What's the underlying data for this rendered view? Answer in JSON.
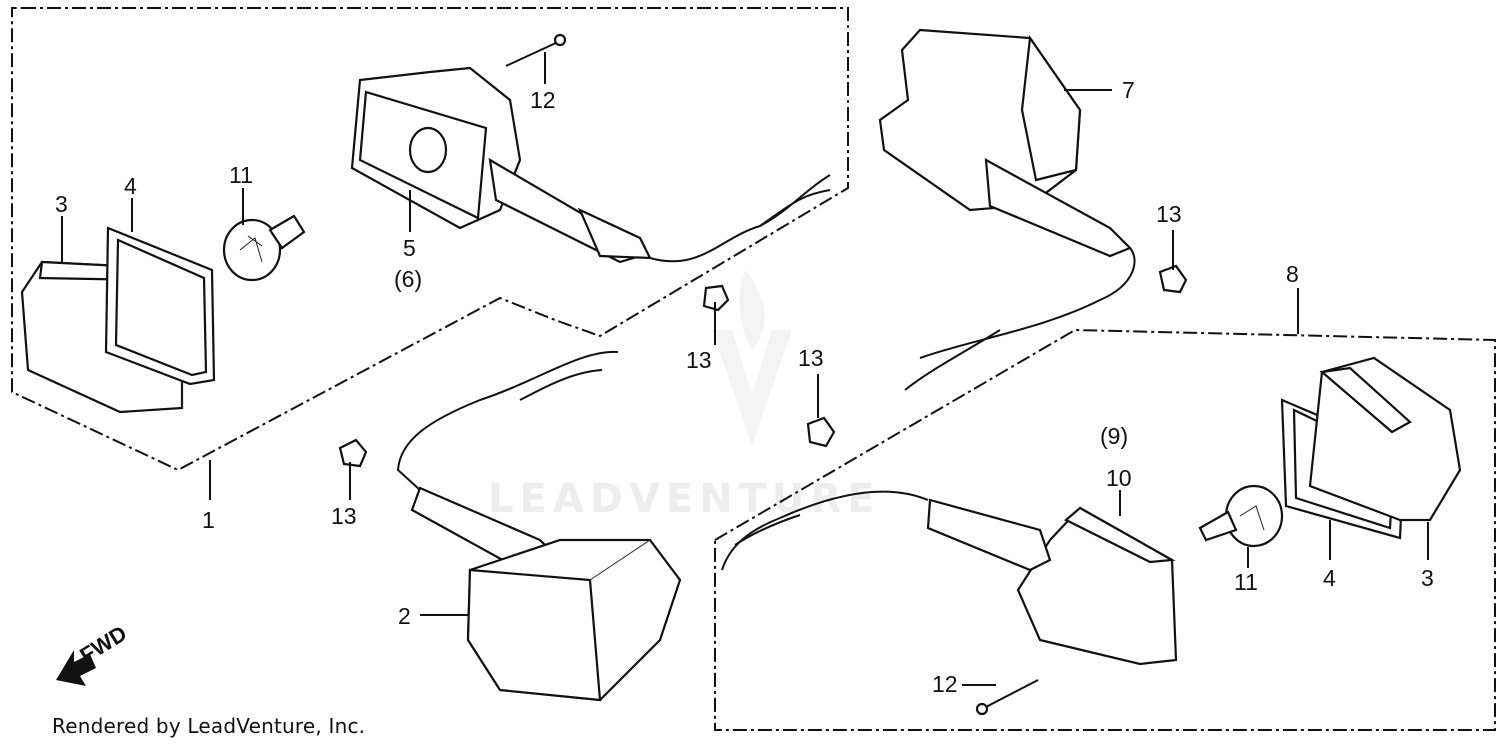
{
  "watermark": "LEADVENTURE",
  "credit": "Rendered by LeadVenture, Inc.",
  "fwd_label": "FWD",
  "labels": {
    "l1": "1",
    "l2": "2",
    "l3a": "3",
    "l3b": "3",
    "l4a": "4",
    "l4b": "4",
    "l5": "5",
    "l6": "(6)",
    "l7": "7",
    "l8": "8",
    "l9": "(9)",
    "l10": "10",
    "l11a": "11",
    "l11b": "11",
    "l12a": "12",
    "l12b": "12",
    "l13a": "13",
    "l13b": "13",
    "l13c": "13",
    "l13d": "13"
  },
  "icons": [
    "turn-signal-lens",
    "lens-gasket",
    "bulb",
    "signal-housing",
    "screw",
    "nut",
    "fwd-arrow"
  ]
}
